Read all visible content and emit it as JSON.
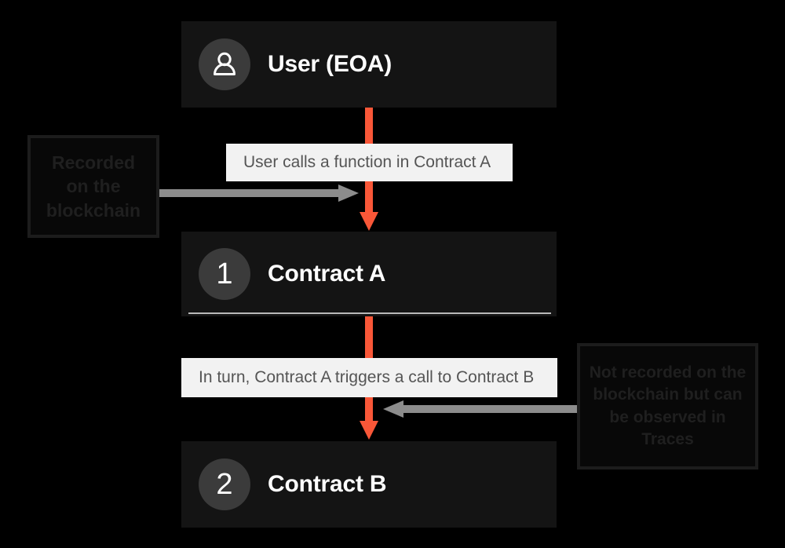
{
  "diagram": {
    "background_color": "#000000",
    "accent_color": "#f95738",
    "node_bg_color": "#141414",
    "caption_bg_color": "#f2f2f2",
    "connector_color": "#8c8c8c",
    "nodes": [
      {
        "id": "user",
        "label": "User (EOA)",
        "icon": "person-icon",
        "badge": ""
      },
      {
        "id": "contract-a",
        "label": "Contract A",
        "icon": "number-badge",
        "badge": "1"
      },
      {
        "id": "contract-b",
        "label": "Contract B",
        "icon": "number-badge",
        "badge": "2"
      }
    ],
    "captions": [
      {
        "id": "caption-1",
        "text": "User calls a function in Contract A"
      },
      {
        "id": "caption-2",
        "text": "In turn, Contract A triggers a call to Contract B"
      }
    ],
    "annotations": [
      {
        "id": "annotation-left",
        "text": "Recorded on the blockchain",
        "points_to": "caption-1",
        "arrow_direction": "right"
      },
      {
        "id": "annotation-right",
        "text": "Not recorded on the blockchain but can be observed in Traces",
        "points_to": "caption-2",
        "arrow_direction": "left"
      }
    ]
  }
}
